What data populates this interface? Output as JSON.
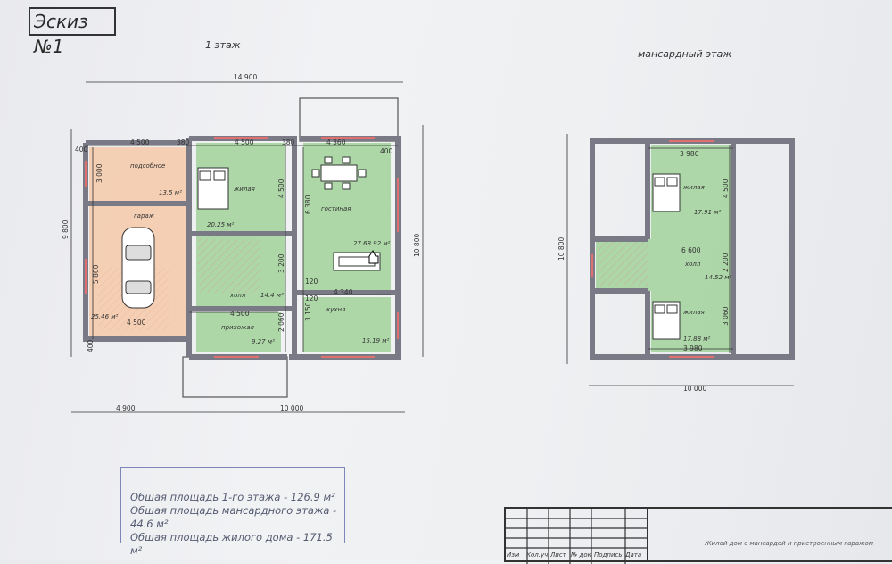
{
  "sheet": {
    "title": "Эскиз №1",
    "floor1_title": "1 этаж",
    "attic_title": "мансардный этаж"
  },
  "floor1": {
    "dims": {
      "top_total": "14 900",
      "top_left": "4 500",
      "top_380a": "380",
      "top_mid": "4 500",
      "top_380b": "380",
      "top_right": "4 360",
      "top_400r": "400",
      "left_400": "400",
      "left_9800": "9 800",
      "left_3000": "3 000",
      "left_5860": "5 860",
      "left_400b": "400",
      "mid_4500v": "4 500",
      "mid_3200": "3 200",
      "mid_2060": "2 060",
      "hall_4500": "4 500",
      "right_6380": "6 380",
      "right_3150": "3 150",
      "right_120a": "120",
      "right_120b": "120",
      "right_4340": "4 340",
      "right_total": "10 800",
      "bottom_garage": "4 500",
      "bottom_left": "4 900",
      "bottom_right": "10 000"
    },
    "rooms": {
      "utility_name": "подсобное",
      "utility_area": "13.5 м²",
      "garage_name": "гараж",
      "garage_area": "25.46 м²",
      "bedroom_name": "жилая",
      "bedroom_area": "20.25 м²",
      "living_name": "гостиная",
      "living_area": "27.68 92 м²",
      "hall_name": "холл",
      "hall_area": "14.4 м²",
      "entry_name": "прихожая",
      "entry_area": "9.27 м²",
      "kitchen_name": "кухня",
      "kitchen_area": "15.19 м²"
    }
  },
  "attic": {
    "dims": {
      "top": "3 980",
      "left_total": "10 800",
      "v4500": "4 500",
      "hall_6600": "6 600",
      "v2200": "2 200",
      "v3060": "3 060",
      "bottom_3980": "3 980",
      "bottom_total": "10 000"
    },
    "rooms": {
      "bed1_name": "жилая",
      "bed1_area": "17.91 м²",
      "hall_name": "холл",
      "hall_area": "14.52 м²",
      "bed2_name": "жилая",
      "bed2_area": "17.88 м²"
    }
  },
  "summary": {
    "line1": "Общая площадь 1-го этажа - 126.9 м²",
    "line2": "Общая площадь мансардного этажа - 44.6 м²",
    "line3": "Общая площадь жилого дома - 171.5 м²"
  },
  "stamp": {
    "col1": "Изм",
    "col2": "Кол.уч",
    "col3": "Лист",
    "col4": "№ док",
    "col5": "Подпись",
    "col6": "Дата",
    "title": "Жилой дом с мансардой и пристроенным гаражом"
  },
  "colors": {
    "room_green": "#a6d4a0",
    "room_orange": "#f5c9a8",
    "wall": "#7a7a86",
    "line": "#333340"
  }
}
